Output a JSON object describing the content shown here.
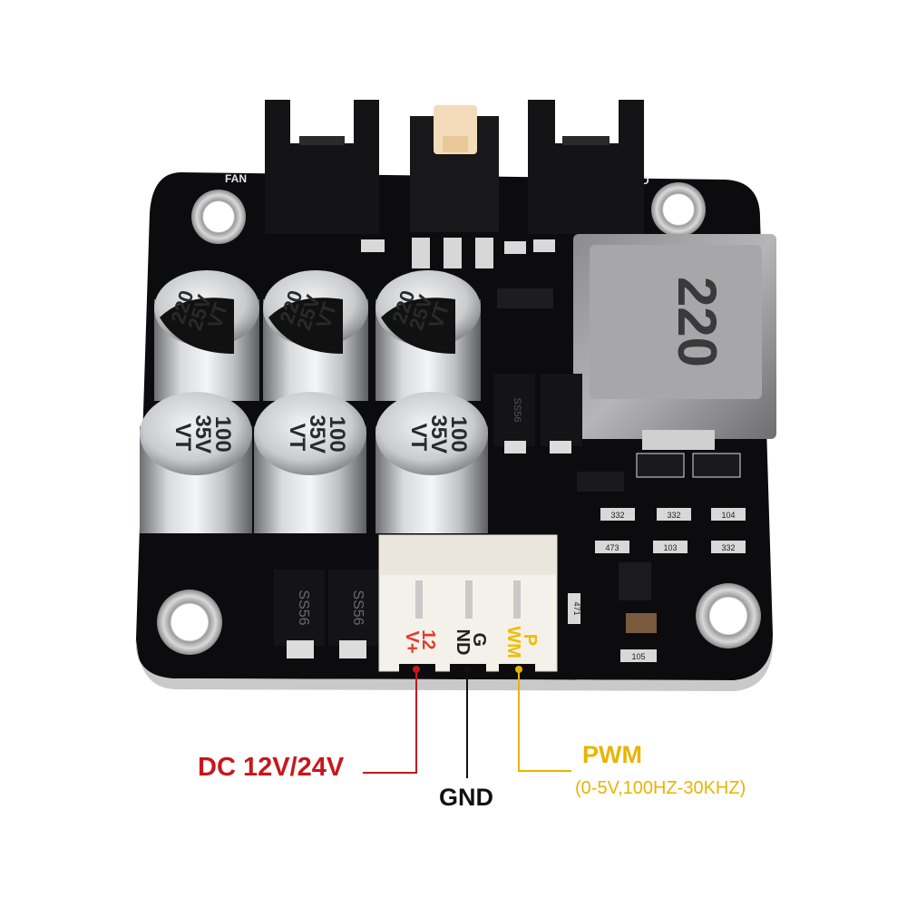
{
  "board": {
    "silkscreen_left": "FAN",
    "silkscreen_right": "D",
    "inductor_marking": "220",
    "cap_top": [
      "220",
      "25V",
      "VT"
    ],
    "cap_bottom": [
      "100",
      "35V",
      "VT"
    ],
    "diode_marking": "SS56",
    "diode_mid_marking": "SS56",
    "resistors": [
      "332",
      "332",
      "104",
      "473",
      "103",
      "332",
      "105",
      "471"
    ],
    "connector_pins": {
      "v": {
        "top": "12",
        "bottom": "V+"
      },
      "gnd": {
        "top": "G",
        "bottom": "ND"
      },
      "pwm": {
        "top": "P",
        "bottom": "WM"
      }
    }
  },
  "callouts": {
    "dc": "DC 12V/24V",
    "gnd": "GND",
    "pwm": "PWM",
    "pwm_spec": "(0-5V,100HZ-30KHZ)"
  },
  "colors": {
    "dc": "#c8161d",
    "gnd": "#111111",
    "pwm": "#e9b400",
    "pcb": "#0c0c0e",
    "connector": "#f4f1ea"
  }
}
